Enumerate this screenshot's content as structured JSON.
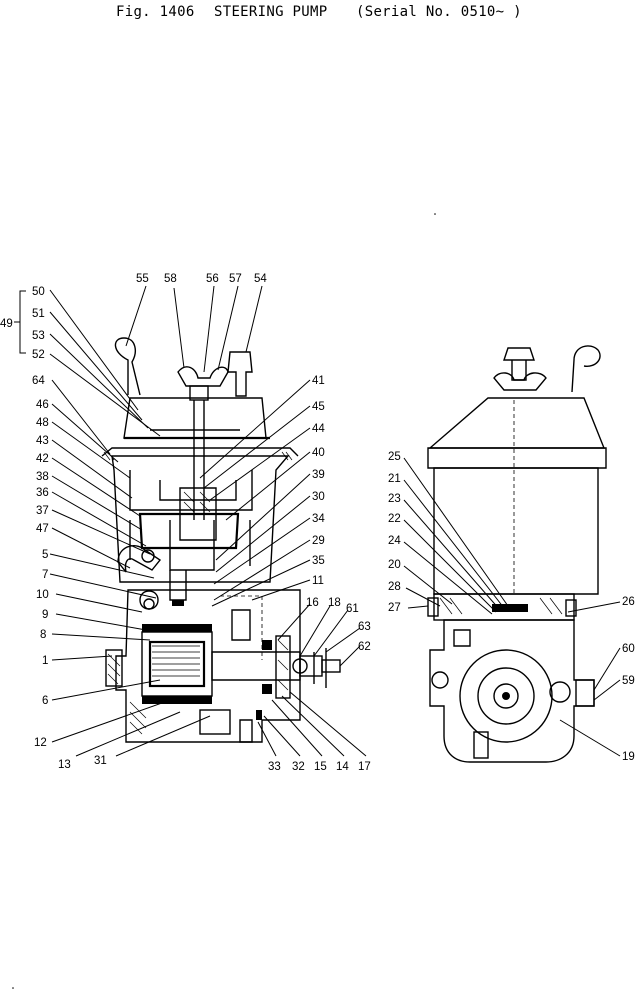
{
  "header": {
    "figure": "Fig. 1406",
    "title": "STEERING PUMP",
    "serial": "(Serial No. 0510~ )"
  },
  "callouts": [
    "55",
    "58",
    "56",
    "57",
    "54",
    "50",
    "51",
    "53",
    "52",
    "49",
    "64",
    "46",
    "48",
    "43",
    "42",
    "38",
    "36",
    "37",
    "47",
    "5",
    "7",
    "10",
    "9",
    "8",
    "1",
    "6",
    "12",
    "13",
    "31",
    "41",
    "45",
    "44",
    "40",
    "39",
    "30",
    "34",
    "29",
    "35",
    "11",
    "16",
    "18",
    "61",
    "63",
    "62",
    "33",
    "32",
    "15",
    "14",
    "17",
    "25",
    "21",
    "23",
    "22",
    "24",
    "20",
    "28",
    "27",
    "26",
    "60",
    "59",
    "19"
  ]
}
